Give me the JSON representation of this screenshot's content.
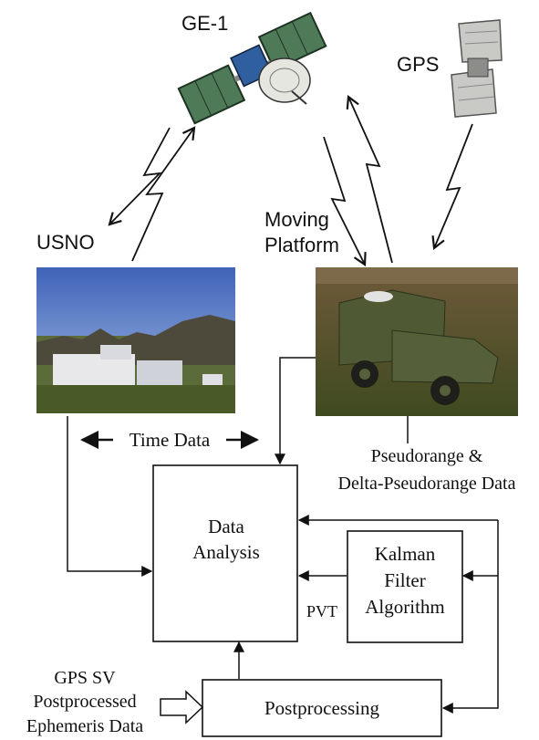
{
  "labels": {
    "ge1": "GE-1",
    "gps": "GPS",
    "usno": "USNO",
    "moving_platform_line1": "Moving",
    "moving_platform_line2": "Platform",
    "time_data": "Time Data",
    "pseudorange_line1": "Pseudorange &",
    "pseudorange_line2": "Delta-Pseudorange Data",
    "data_analysis_line1": "Data",
    "data_analysis_line2": "Analysis",
    "kalman_line1": "Kalman",
    "kalman_line2": "Filter",
    "kalman_line3": "Algorithm",
    "pvt": "PVT",
    "postprocessing": "Postprocessing",
    "gps_sv_line1": "GPS SV",
    "gps_sv_line2": "Postprocessed",
    "gps_sv_line3": "Ephemeris Data"
  },
  "colors": {
    "line": "#111111",
    "satellite_panel": "#4f7a57",
    "satellite_body": "#2f5f9f",
    "sky": "#6e8fc6",
    "grass": "#5a6a2a",
    "vehicle": "#4f5a34"
  }
}
